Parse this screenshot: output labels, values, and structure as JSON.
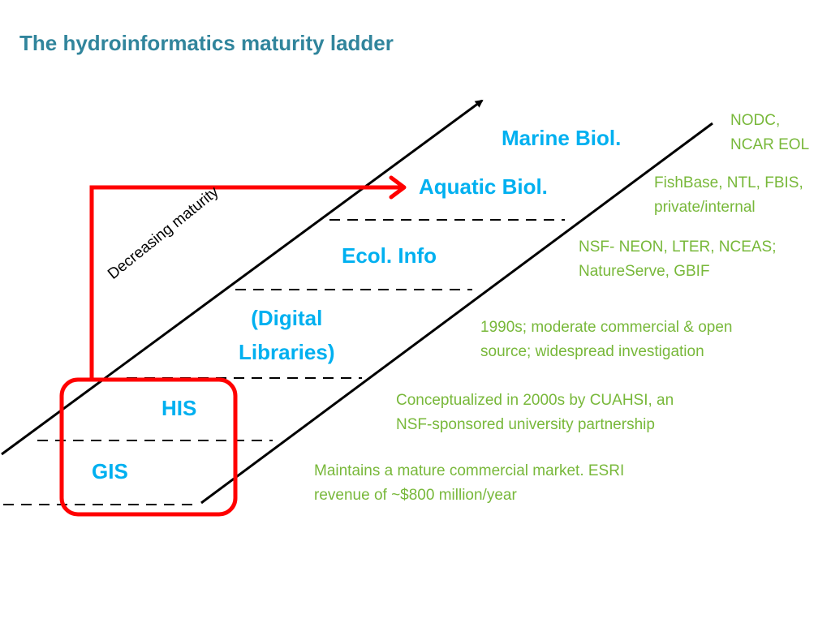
{
  "title": "The hydroinformatics maturity ladder",
  "axis_label": "Decreasing maturity",
  "rungs": [
    {
      "label": "Marine Biol."
    },
    {
      "label": "Aquatic Biol."
    },
    {
      "label": "Ecol. Info"
    },
    {
      "label_line1": "(Digital",
      "label_line2": "Libraries)"
    },
    {
      "label": "HIS"
    },
    {
      "label": "GIS"
    }
  ],
  "notes": [
    {
      "line1": "NODC,",
      "line2": "NCAR EOL"
    },
    {
      "line1": "FishBase, NTL, FBIS,",
      "line2": "private/internal"
    },
    {
      "line1": "NSF- NEON, LTER, NCEAS;",
      "line2": "NatureServe, GBIF"
    },
    {
      "line1": "1990s; moderate commercial & open",
      "line2": "source; widespread investigation"
    },
    {
      "line1": "Conceptualized in 2000s by CUAHSI, an",
      "line2": "NSF-sponsored university partnership"
    },
    {
      "line1": "Maintains a mature commercial market.  ESRI",
      "line2": "revenue of ~$800 million/year"
    }
  ],
  "colors": {
    "title": "#31859c",
    "rung_text": "#00b0f0",
    "note_text": "#78b83a",
    "highlight": "#ff0000",
    "lines": "#000000"
  }
}
